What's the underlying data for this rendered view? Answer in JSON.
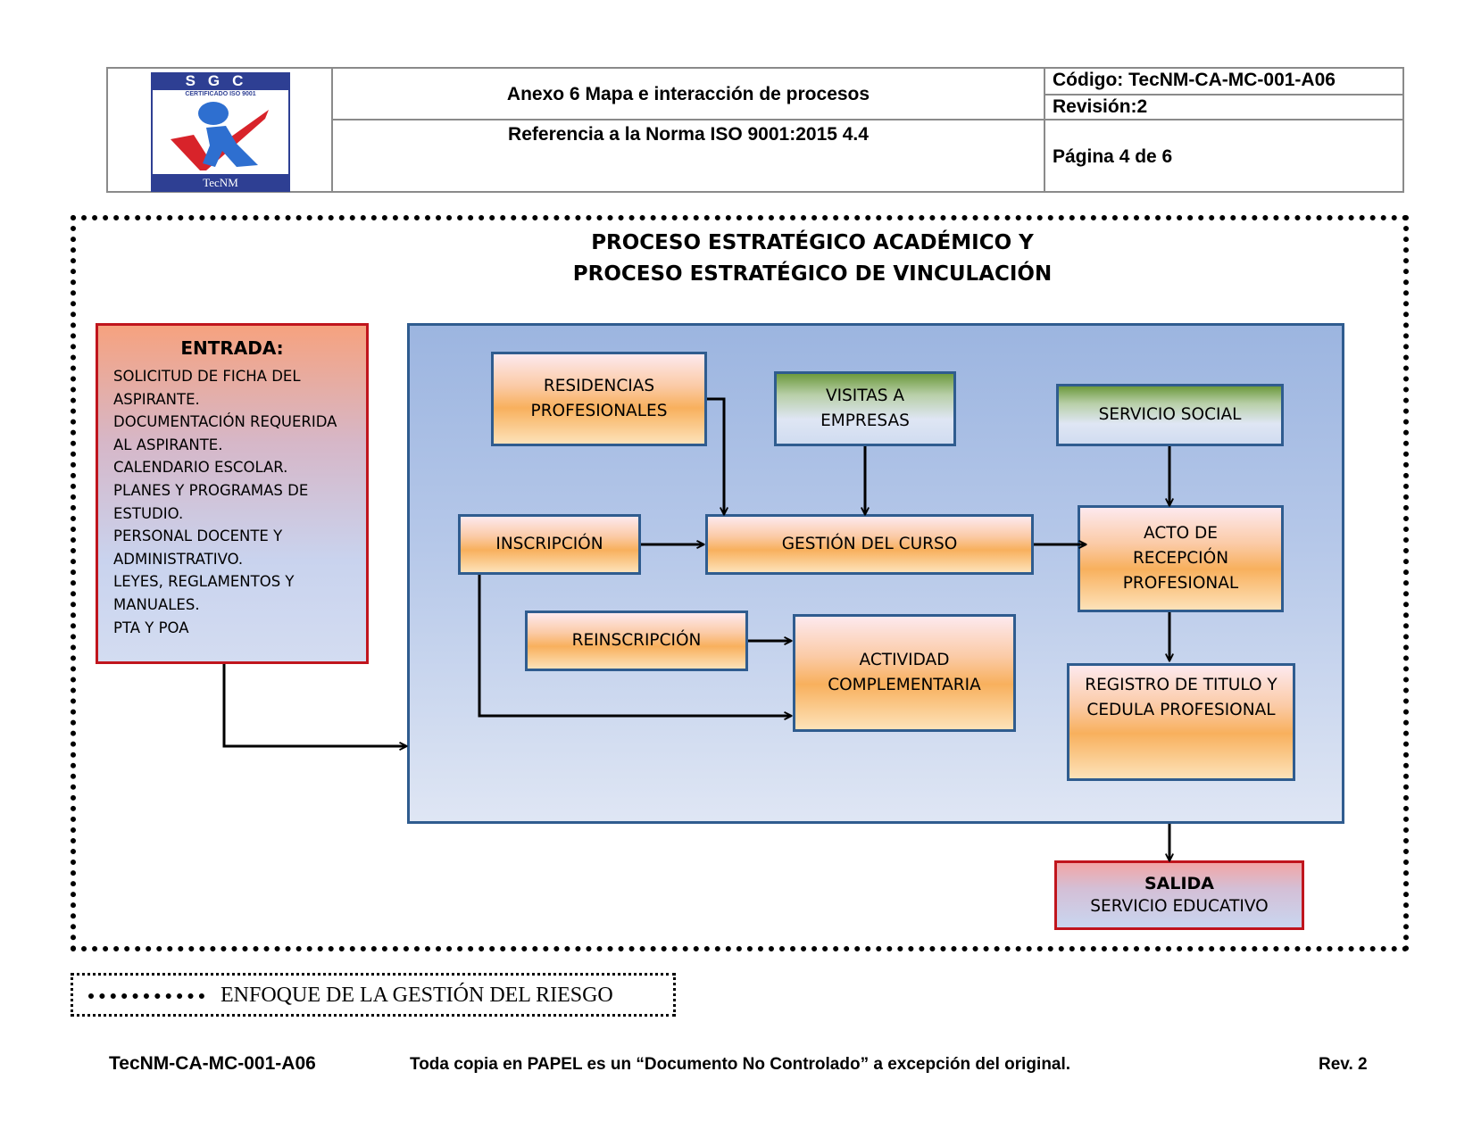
{
  "header": {
    "logo": {
      "top_text": "SGC",
      "sub_text": "CERTIFICADO ISO 9001",
      "bottom_text": "TecNM"
    },
    "title": "Anexo 6   Mapa e interacción de procesos",
    "reference": "Referencia a la Norma ISO 9001:2015    4.4",
    "code": "Código: TecNM-CA-MC-001-A06",
    "revision": "Revisión:2",
    "page": "Página 4 de 6"
  },
  "diagram": {
    "title_line1": "PROCESO ESTRATÉGICO ACADÉMICO Y",
    "title_line2": "PROCESO ESTRATÉGICO DE VINCULACIÓN",
    "entrada": {
      "heading": "ENTRADA:",
      "lines": [
        "SOLICITUD DE FICHA DEL",
        "ASPIRANTE.",
        "DOCUMENTACIÓN REQUERIDA",
        "AL ASPIRANTE.",
        "CALENDARIO ESCOLAR.",
        "PLANES Y PROGRAMAS DE",
        "ESTUDIO.",
        "PERSONAL DOCENTE Y",
        "ADMINISTRATIVO.",
        "LEYES, REGLAMENTOS Y",
        "MANUALES.",
        "PTA Y POA"
      ]
    },
    "boxes": {
      "residencias": [
        "RESIDENCIAS",
        "PROFESIONALES"
      ],
      "visitas": [
        "VISITAS A",
        "EMPRESAS"
      ],
      "servicio_social": [
        "SERVICIO SOCIAL"
      ],
      "inscripcion": [
        "INSCRIPCIÓN"
      ],
      "gestion": [
        "GESTIÓN DEL CURSO"
      ],
      "acto": [
        "ACTO DE",
        "RECEPCIÓN",
        "PROFESIONAL"
      ],
      "reinscripcion": [
        "REINSCRIPCIÓN"
      ],
      "actividad": [
        "ACTIVIDAD",
        "COMPLEMENTARIA"
      ],
      "registro": [
        "REGISTRO DE TITULO Y",
        "CEDULA PROFESIONAL"
      ]
    },
    "salida": {
      "heading": "SALIDA",
      "text": "SERVICIO EDUCATIVO"
    }
  },
  "legend": {
    "text": "ENFOQUE DE LA GESTIÓN DEL RIESGO"
  },
  "footer": {
    "code": "TecNM-CA-MC-001-A06",
    "notice": "Toda copia en PAPEL es un “Documento No Controlado” a excepción del original.",
    "rev": "Rev. 2"
  },
  "colors": {
    "frame_border": "#2f5c8f",
    "io_border": "#c0151d",
    "logo_blue": "#2e3f93",
    "arrow": "#000000"
  }
}
